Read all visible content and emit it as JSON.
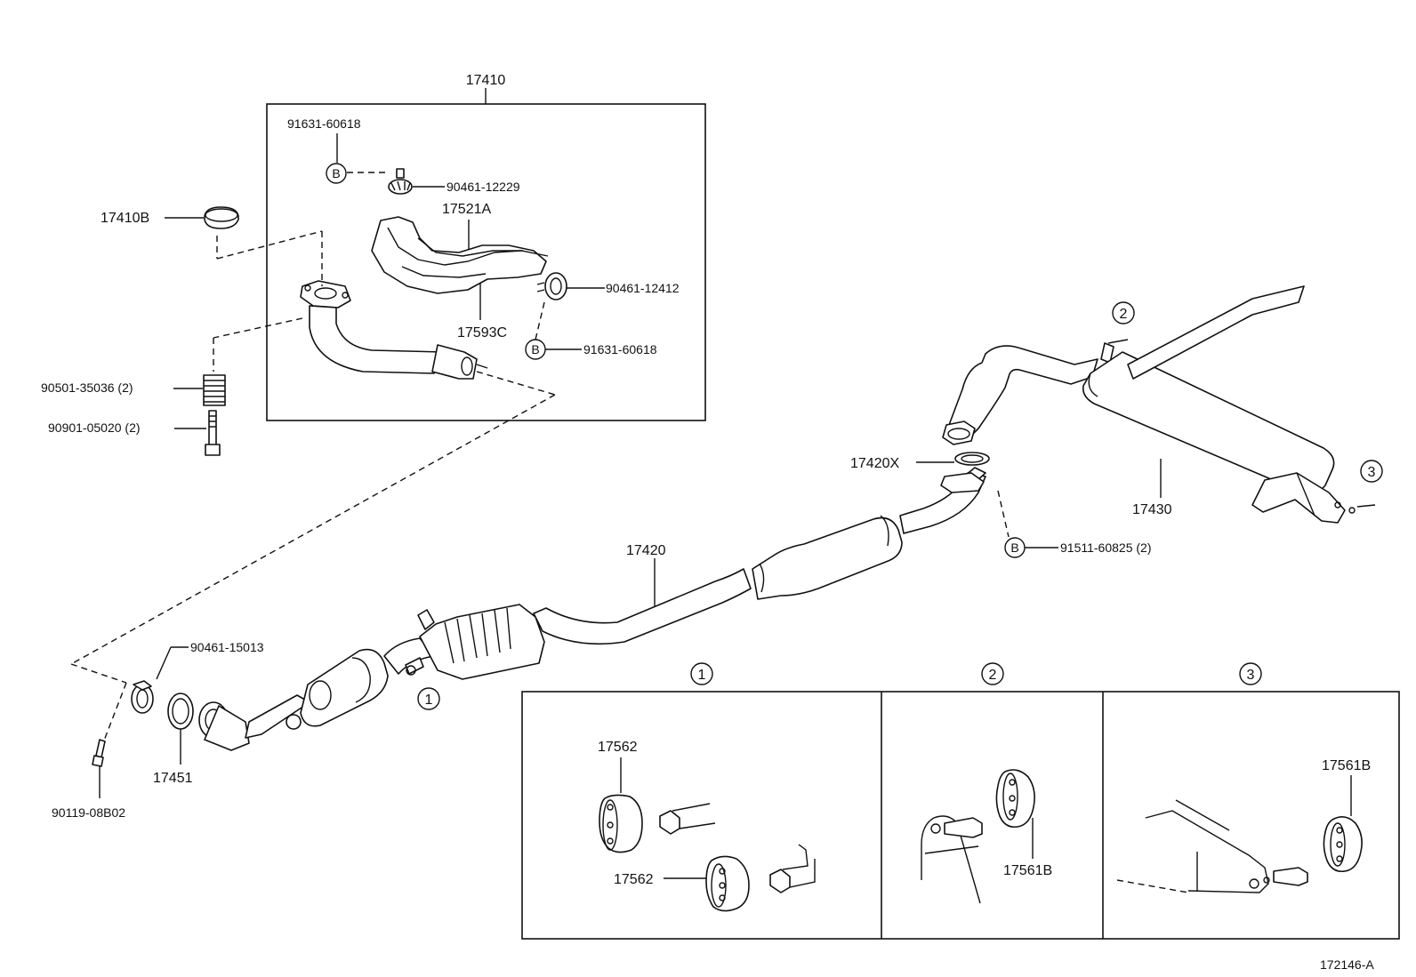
{
  "figure_id": "172146-A",
  "assembly": {
    "exhaust_manifold_group": "17410"
  },
  "labels": {
    "p17410": "17410",
    "p91631_top": "91631-60618",
    "p90461_12229": "90461-12229",
    "p17410B": "17410B",
    "p17521A": "17521A",
    "p90461_12412": "90461-12412",
    "p17593C": "17593C",
    "p91631_bottom": "91631-60618",
    "p90501": "90501-35036 (2)",
    "p90901": "90901-05020 (2)",
    "p17420": "17420",
    "p17420X": "17420X",
    "p17430": "17430",
    "p91511": "91511-60825 (2)",
    "p90461_15013": "90461-15013",
    "p17451": "17451",
    "p90119": "90119-08B02",
    "inset1_17562_a": "17562",
    "inset1_17562_b": "17562",
    "inset2_17561B": "17561B",
    "inset3_17561B": "17561B"
  },
  "callouts": {
    "bolt_marker": "B",
    "circle1": "1",
    "circle2": "2",
    "circle3": "3"
  },
  "insets": [
    {
      "id": "1",
      "title": "1"
    },
    {
      "id": "2",
      "title": "2"
    },
    {
      "id": "3",
      "title": "3"
    }
  ]
}
